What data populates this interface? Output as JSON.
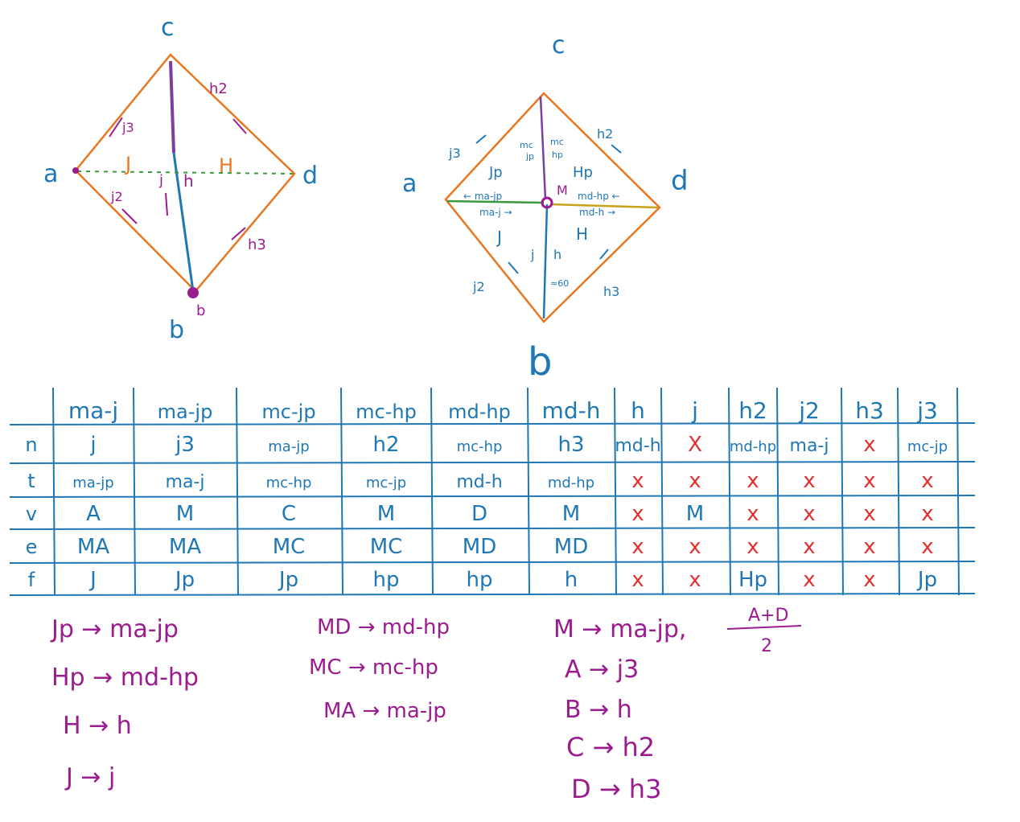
{
  "colors": {
    "blue": "#1f77b4",
    "purple": "#9b1c8f",
    "orange": "#e87722",
    "red": "#e03030",
    "green": "#3a9a3a",
    "olive": "#c9a21a"
  },
  "left_diagram": {
    "vertices": {
      "top": "c",
      "left": "a",
      "right": "d",
      "bottom": "b",
      "bottom_small": "b"
    },
    "edges": {
      "upper_right": "h2",
      "upper_left": "j3",
      "lower_left": "j2",
      "lower_right": "h3"
    },
    "regions": {
      "left": "J",
      "right": "H"
    },
    "axis": {
      "left": "j",
      "right": "h"
    }
  },
  "right_diagram": {
    "vertices": {
      "top": "c",
      "left": "a",
      "right": "d",
      "bottom": "b"
    },
    "edges": {
      "upper_left": "j3",
      "upper_right": "h2",
      "lower_left": "j2",
      "lower_right": "h3"
    },
    "center": "M",
    "regions": {
      "ul": "Jp",
      "ur": "Hp",
      "ll": "J",
      "lr": "H"
    },
    "vertical": {
      "mc_left": "mc",
      "jp": "jp",
      "mc_right": "mc",
      "hp": "hp",
      "j": "j",
      "h": "h",
      "mark": "≈60"
    },
    "horizontal": {
      "ma_jp": "← ma-jp",
      "md_hp": "md-hp ←",
      "ma_j": "ma-j →",
      "md_h": "md-h →"
    }
  },
  "table": {
    "headers": [
      "ma-j",
      "ma-jp",
      "mc-jp",
      "mc-hp",
      "md-hp",
      "md-h",
      "h",
      "j",
      "h2",
      "j2",
      "h3",
      "j3"
    ],
    "rows": [
      {
        "label": "n",
        "cells": [
          "j",
          "j3",
          "ma-jp",
          "h2",
          "mc-hp",
          "h3",
          "md-h",
          "X",
          "md-hp",
          "ma-j",
          "x",
          "mc-jp"
        ]
      },
      {
        "label": "t",
        "cells": [
          "ma-jp",
          "ma-j",
          "mc-hp",
          "mc-jp",
          "md-h",
          "md-hp",
          "x",
          "x",
          "x",
          "x",
          "x",
          "x"
        ]
      },
      {
        "label": "v",
        "cells": [
          "A",
          "M",
          "C",
          "M",
          "D",
          "M",
          "x",
          "M",
          "x",
          "x",
          "x",
          "x"
        ]
      },
      {
        "label": "e",
        "cells": [
          "MA",
          "MA",
          "MC",
          "MC",
          "MD",
          "MD",
          "x",
          "x",
          "x",
          "x",
          "x",
          "x"
        ]
      },
      {
        "label": "f",
        "cells": [
          "J",
          "Jp",
          "Jp",
          "hp",
          "hp",
          "h",
          "x",
          "x",
          "Hp",
          "x",
          "x",
          "Jp"
        ]
      }
    ],
    "red_cells": [
      [
        0,
        7
      ],
      [
        0,
        10
      ],
      [
        1,
        6
      ],
      [
        1,
        7
      ],
      [
        1,
        8
      ],
      [
        1,
        9
      ],
      [
        1,
        10
      ],
      [
        1,
        11
      ],
      [
        2,
        6
      ],
      [
        2,
        8
      ],
      [
        2,
        9
      ],
      [
        2,
        10
      ],
      [
        2,
        11
      ],
      [
        3,
        6
      ],
      [
        3,
        7
      ],
      [
        3,
        8
      ],
      [
        3,
        9
      ],
      [
        3,
        10
      ],
      [
        3,
        11
      ],
      [
        4,
        6
      ],
      [
        4,
        7
      ],
      [
        4,
        9
      ],
      [
        4,
        10
      ]
    ]
  },
  "notes": {
    "col1": [
      "Jp → ma-jp",
      "Hp → md-hp",
      "H → h",
      "J → j"
    ],
    "col2": [
      "MD → md-hp",
      "MC → mc-hp",
      "MA → ma-jp"
    ],
    "col3_first": "M → ma-jp,",
    "frac_num": "A+D",
    "frac_den": "2",
    "col3": [
      "A → j3",
      "B → h",
      "C → h2",
      "D → h3"
    ]
  }
}
